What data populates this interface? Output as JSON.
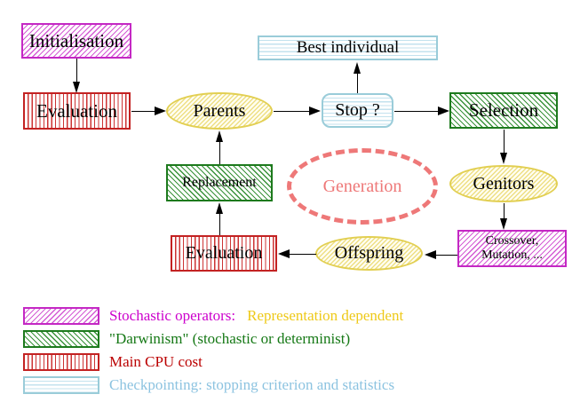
{
  "diagram": {
    "nodes": {
      "initialisation": "Initialisation",
      "evaluation_top": "Evaluation",
      "parents": "Parents",
      "best_individual": "Best individual",
      "stop": "Stop ?",
      "selection": "Selection",
      "replacement": "Replacement",
      "generation": "Generation",
      "genitors": "Genitors",
      "offspring": "Offspring",
      "evaluation_bottom": "Evaluation",
      "crossover_line1": "Crossover,",
      "crossover_line2": "Mutation, ..."
    },
    "legend": [
      {
        "swatch": "magenta-diagonal-hatch",
        "label": "Stochastic operators:",
        "label2": "Representation dependent"
      },
      {
        "swatch": "green-diagonal-hatch",
        "label": "\"Darwinism\" (stochastic or determinist)"
      },
      {
        "swatch": "red-vertical-stripes",
        "label": "Main CPU cost"
      },
      {
        "swatch": "cyan-horizontal-stripes",
        "label": "Checkpointing: stopping criterion and statistics"
      }
    ],
    "colors": {
      "stochastic_magenta": "#c428c4",
      "darwinism_green": "#1d7a1d",
      "cpu_red": "#c32222",
      "checkpoint_cyan": "#9accd9",
      "population_yellow": "#e2cf52",
      "generation_salmon": "#ee7878",
      "legend_gold_text": "#eec918",
      "arrow_black": "#000000"
    }
  }
}
